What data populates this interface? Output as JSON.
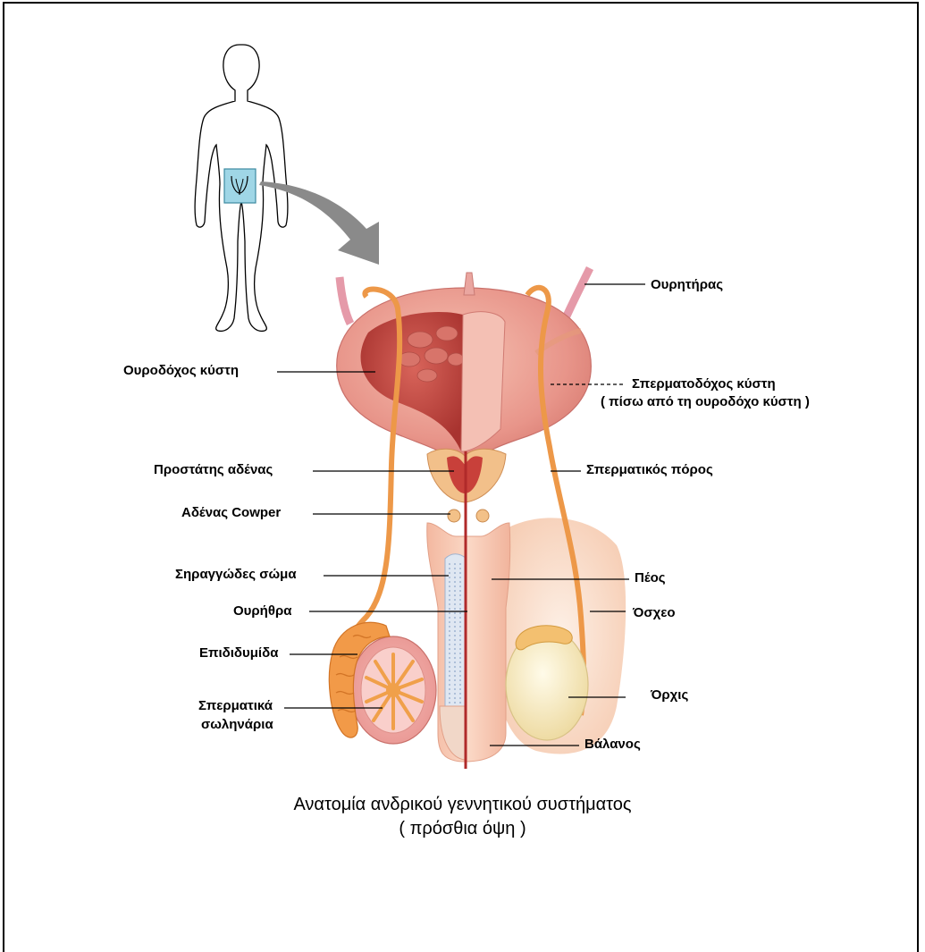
{
  "labels": {
    "ureter": "Ουρητήρας",
    "bladder": "Ουροδόχος κύστη",
    "seminal_vesicle": "Σπερματοδόχος κύστη",
    "seminal_vesicle_note": "( πίσω από τη ουροδόχο κύστη )",
    "prostate": "Προστάτης αδένας",
    "vas_deferens": "Σπερματικός πόρος",
    "cowper": "Αδένας Cowper",
    "corpus_spongiosum": "Σηραγγώδες σώμα",
    "penis": "Πέος",
    "urethra": "Ουρήθρα",
    "scrotum": "Όσχεο",
    "epididymis": "Επιδιδυμίδα",
    "testis": "Όρχις",
    "seminiferous_1": "Σπερματικά",
    "seminiferous_2": "σωληνάρια",
    "glans": "Βάλανος"
  },
  "caption": {
    "title": "Ανατομία ανδρικού γεννητικού συστήματος",
    "subtitle": "( πρόσθια όψη )"
  },
  "colors": {
    "highlight_box": "#9fd6e6",
    "arrow": "#8a8a8a",
    "bladder": "#e89a8e",
    "bladder_inner": "#c9504a",
    "duct": "#f0a04a",
    "penis": "#f7c9b2",
    "testis": "#f7ecc6",
    "scrotum": "#fbe3d2"
  }
}
